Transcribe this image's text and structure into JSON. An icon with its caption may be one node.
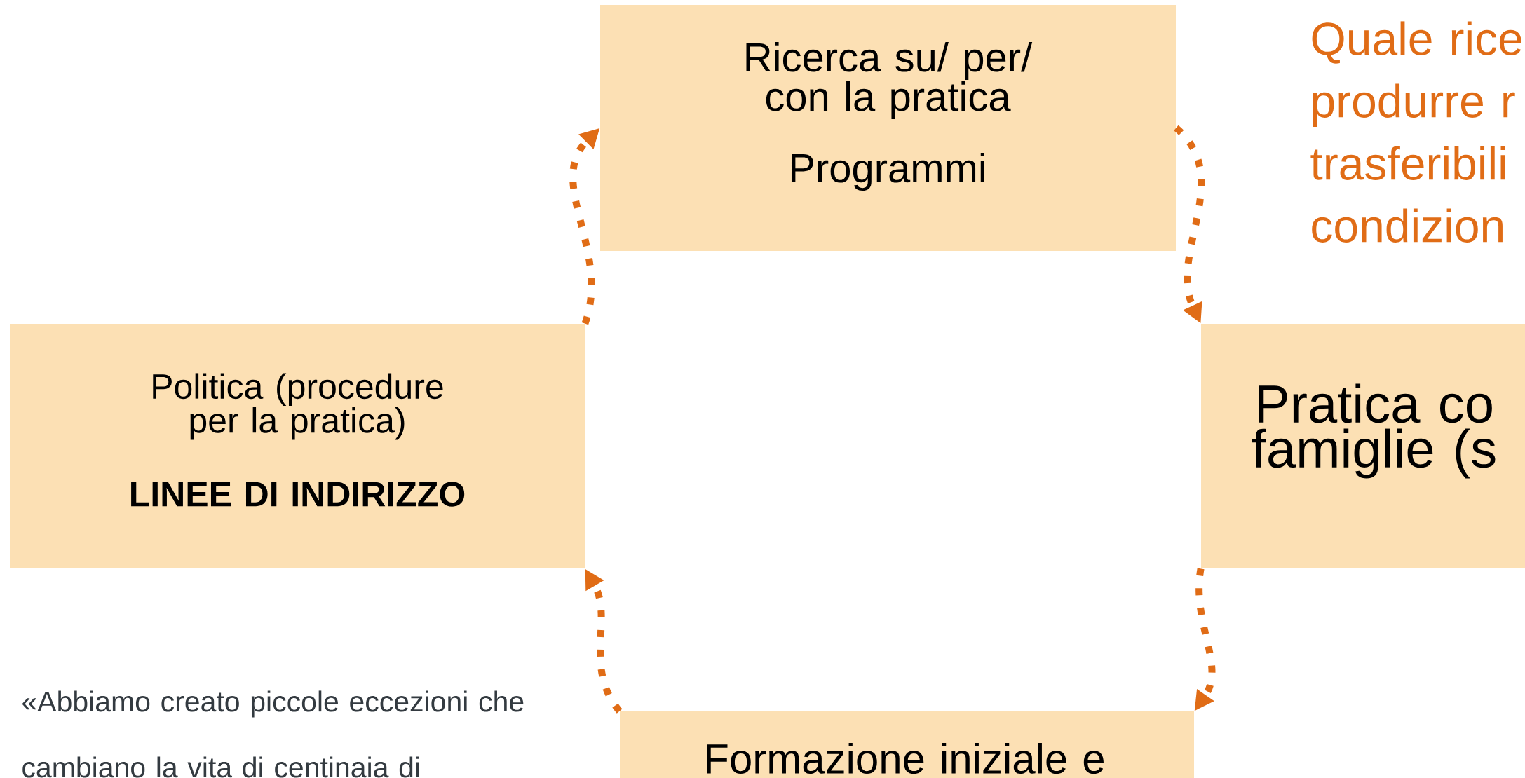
{
  "diagram": {
    "nodes": [
      {
        "text": [
          "Ricerca su/ per/ con la pratica",
          "Programmi"
        ]
      },
      {
        "text": [
          "Politica (procedure per la pratica)",
          "LINEE DI INDIRIZZO"
        ]
      },
      {
        "text": [
          "Pratica co famiglie (s"
        ]
      },
      {
        "text": [
          "Formazione iniziale e"
        ]
      }
    ],
    "edges": [
      {
        "from": 0,
        "to": 2,
        "arrow": "to"
      },
      {
        "from": 2,
        "to": 3,
        "arrow": "to"
      },
      {
        "from": 3,
        "to": 1,
        "arrow": "to"
      },
      {
        "from": 1,
        "to": 0,
        "arrow": "to"
      }
    ],
    "labels": [
      "Quale rice produrre r trasferibili condizion",
      "«Abbiamo creato piccole eccezioni che cambiano la vita di centinaia di"
    ]
  }
}
